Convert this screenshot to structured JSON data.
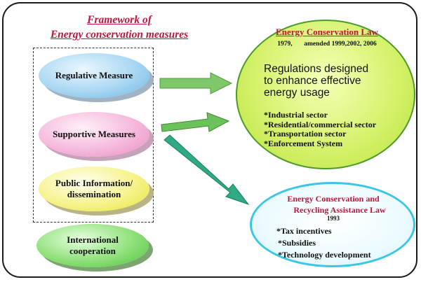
{
  "framework": {
    "title_line1": "Framework of",
    "title_line2": "Energy conservation measures"
  },
  "measures": {
    "regulative": "Regulative Measure",
    "supportive": "Supportive Measures",
    "public_line1": "Public Information/",
    "public_line2": "dissemination",
    "intl_line1": "International",
    "intl_line2": "cooperation"
  },
  "ecl": {
    "title": "Energy Conservation Law",
    "years": "1979,       amended 1999,2002, 2006",
    "main": [
      "Regulations designed",
      "to enhance effective",
      "energy usage"
    ],
    "sectors": [
      "*Industrial sector",
      "*Residential/commercial sector",
      "*Transportation sector",
      "*Enforcement System"
    ]
  },
  "recycling": {
    "title_line1": "Energy Conservation and",
    "title_line2": "Recycling Assistance Law",
    "year": "1993",
    "items": [
      "*Tax incentives",
      "*Subsidies",
      "*Technology development"
    ]
  },
  "colors": {
    "title_red": "#c0143c",
    "arrow_green": "#7fc86a",
    "arrow_teal": "#2eaa86"
  }
}
